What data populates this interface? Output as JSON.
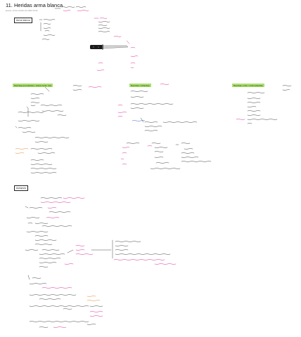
{
  "header": {
    "title": "11. Heridas arma blanca",
    "date": "jueves, 12 de octubre de 2023   13:44"
  },
  "sections": {
    "arma_blanca": "Arma blanca",
    "heridas_punzantes": "Heridas punzantes / sobre todo dos",
    "heridas_cortantes": "Heridas cortantes",
    "heridas_corto_contundentes": "Heridas corto contundentes",
    "autopsia": "Autopsia"
  }
}
